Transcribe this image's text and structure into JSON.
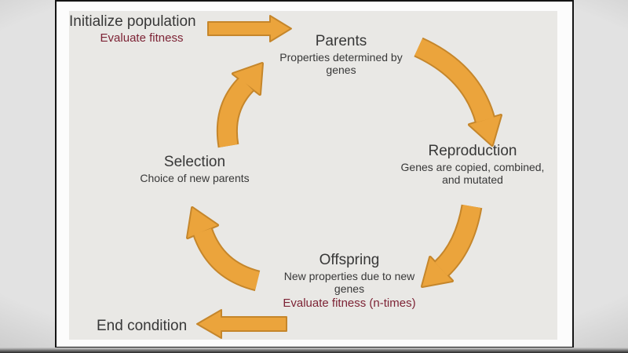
{
  "colors": {
    "arrow_fill": "#EBA43C",
    "arrow_border": "#C5862B",
    "text_dark": "#383838",
    "text_accent": "#7D2335",
    "slide_bg": "#E9E8E5",
    "frame_white": "#FCFCFC",
    "frame_border": "#141414"
  },
  "nodes": {
    "initialize": {
      "title": "Initialize population",
      "note": "Evaluate fitness"
    },
    "parents": {
      "title": "Parents",
      "subtitle": "Properties determined by genes"
    },
    "reproduction": {
      "title": "Reproduction",
      "subtitle": "Genes are copied, combined, and mutated"
    },
    "offspring": {
      "title": "Offspring",
      "subtitle": "New properties due to new genes",
      "note": "Evaluate fitness (n-times)"
    },
    "selection": {
      "title": "Selection",
      "subtitle": "Choice of new parents"
    },
    "end_condition": {
      "title": "End condition"
    }
  },
  "arrows": [
    {
      "from": "initialize",
      "to": "parents",
      "style": "straight-right"
    },
    {
      "from": "parents",
      "to": "reproduction",
      "style": "curved-down-right"
    },
    {
      "from": "reproduction",
      "to": "offspring",
      "style": "curved-down-left"
    },
    {
      "from": "offspring",
      "to": "selection",
      "style": "curved-up-left"
    },
    {
      "from": "selection",
      "to": "parents",
      "style": "curved-up-right"
    },
    {
      "from": "offspring",
      "to": "end_condition",
      "style": "straight-left"
    }
  ]
}
